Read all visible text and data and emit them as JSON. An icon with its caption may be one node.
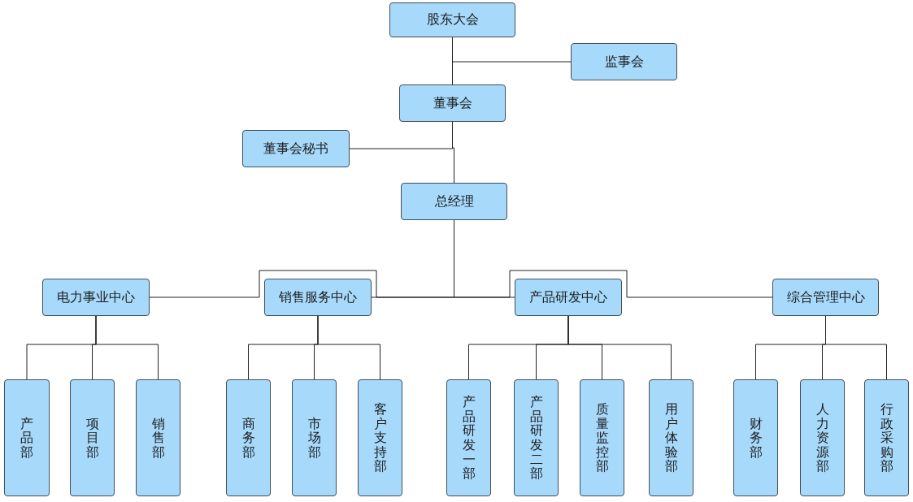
{
  "diagram": {
    "nodes": [
      {
        "text": [
          "股东大会"
        ]
      },
      {
        "text": [
          "监事会"
        ]
      },
      {
        "text": [
          "董事会"
        ]
      },
      {
        "text": [
          "董事会秘书"
        ]
      },
      {
        "text": [
          "总经理"
        ]
      },
      {
        "text": [
          "电力事业中心"
        ]
      },
      {
        "text": [
          "销售服务中心"
        ]
      },
      {
        "text": [
          "产品研发中心"
        ]
      },
      {
        "text": [
          "综合管理中心"
        ]
      },
      {
        "text": [
          "产品部"
        ]
      },
      {
        "text": [
          "项目部"
        ]
      },
      {
        "text": [
          "销售部"
        ]
      },
      {
        "text": [
          "商务部"
        ]
      },
      {
        "text": [
          "市场部"
        ]
      },
      {
        "text": [
          "客户支持部"
        ]
      },
      {
        "text": [
          "产品研发一部"
        ]
      },
      {
        "text": [
          "产品研发二部"
        ]
      },
      {
        "text": [
          "质量监控部"
        ]
      },
      {
        "text": [
          "用户体验部"
        ]
      },
      {
        "text": [
          "财务部"
        ]
      },
      {
        "text": [
          "人力资源部"
        ]
      },
      {
        "text": [
          "行政采购部"
        ]
      }
    ],
    "edges": [
      {
        "from": 0,
        "to": 2,
        "arrow": "none"
      },
      {
        "from": 0,
        "to": 1,
        "arrow": "none"
      },
      {
        "from": 2,
        "to": 4,
        "arrow": "none"
      },
      {
        "from": 2,
        "to": 3,
        "arrow": "none"
      },
      {
        "from": 4,
        "to": 5,
        "arrow": "none"
      },
      {
        "from": 4,
        "to": 6,
        "arrow": "none"
      },
      {
        "from": 4,
        "to": 7,
        "arrow": "none"
      },
      {
        "from": 4,
        "to": 8,
        "arrow": "none"
      },
      {
        "from": 5,
        "to": 9,
        "arrow": "none"
      },
      {
        "from": 5,
        "to": 10,
        "arrow": "none"
      },
      {
        "from": 5,
        "to": 11,
        "arrow": "none"
      },
      {
        "from": 6,
        "to": 12,
        "arrow": "none"
      },
      {
        "from": 6,
        "to": 13,
        "arrow": "none"
      },
      {
        "from": 6,
        "to": 14,
        "arrow": "none"
      },
      {
        "from": 7,
        "to": 15,
        "arrow": "none"
      },
      {
        "from": 7,
        "to": 16,
        "arrow": "none"
      },
      {
        "from": 7,
        "to": 17,
        "arrow": "none"
      },
      {
        "from": 7,
        "to": 18,
        "arrow": "none"
      },
      {
        "from": 8,
        "to": 19,
        "arrow": "none"
      },
      {
        "from": 8,
        "to": 20,
        "arrow": "none"
      },
      {
        "from": 8,
        "to": 21,
        "arrow": "none"
      }
    ]
  }
}
